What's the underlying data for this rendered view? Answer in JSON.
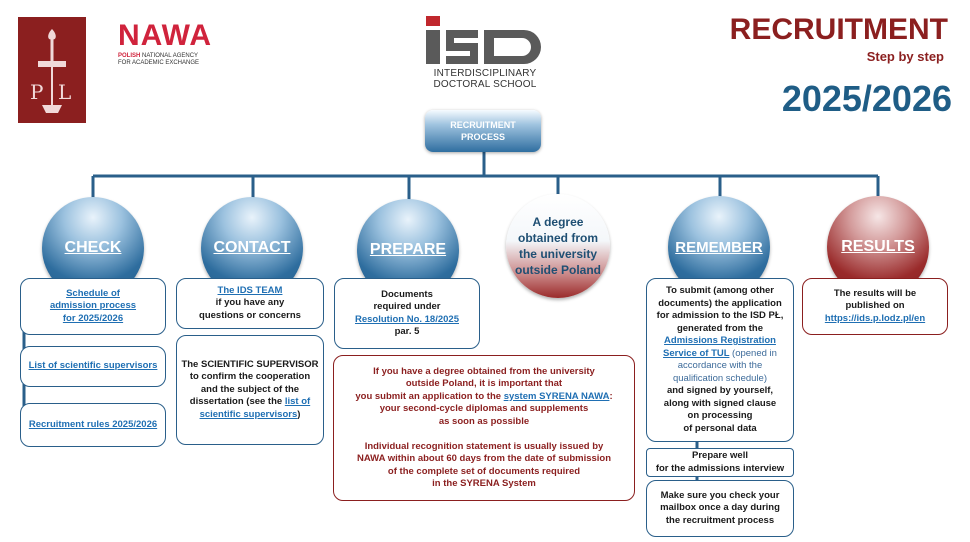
{
  "header": {
    "title": "RECRUITMENT",
    "subtitle": "Step by step",
    "year": "2025/2026",
    "nawa": {
      "word": "NAWA",
      "sub_line1_bold": "POLISH",
      "sub_line1_rest": "NATIONAL AGENCY",
      "sub_line2": "FOR ACADEMIC EXCHANGE"
    },
    "isd": {
      "line1": "INTERDISCIPLINARY",
      "line2": "DOCTORAL SCHOOL"
    }
  },
  "process": {
    "line1": "RECRUITMENT",
    "line2": "PROCESS"
  },
  "colors": {
    "blue": "#2e6d9e",
    "dark_red": "#8b1f1f",
    "link": "#1f6fb3",
    "nawa_red": "#d0233c"
  },
  "steps": {
    "check": {
      "label": "CHECK",
      "items": [
        {
          "line1": "Schedule of",
          "line2": "admission process",
          "line3": "for 2025/2026"
        },
        {
          "text": "List of scientific supervisors"
        },
        {
          "text": "Recruitment rules 2025/2026"
        }
      ]
    },
    "contact": {
      "label": "CONTACT",
      "box1": {
        "link": "The IDS TEAM",
        "line2": "if you have any",
        "line3": "questions or concerns"
      },
      "box2": {
        "line1": "The SCIENTIFIC SUPERVISOR",
        "line2": "to confirm the cooperation",
        "line3": "and the subject of the",
        "line4a": "dissertation (see the",
        "link_a": "list of",
        "link_b": "scientific supervisors",
        "close": ")"
      }
    },
    "prepare": {
      "label": "PREPARE",
      "box": {
        "line1": "Documents",
        "line2": "required under",
        "link": "Resolution No. 18/2025",
        "line4": "par. 5"
      }
    },
    "degree": {
      "label": "A degree obtained from the university outside Poland",
      "box": {
        "p1_line1": "If you have a degree obtained from the university",
        "p1_line2": "outside Poland, it is important that",
        "p1_line3a": "you submit an application to the",
        "p1_link": "system SYRENA NAWA",
        "p1_line3b": ":",
        "p1_line4": "your second-cycle diplomas and supplements",
        "p1_line5": "as soon as possible",
        "p2_line1": "Individual recognition statement is usually issued by",
        "p2_line2": "NAWA within about 60 days from the date of submission",
        "p2_line3": "of the complete set of documents required",
        "p2_line4": "in the SYRENA System"
      }
    },
    "remember": {
      "label": "REMEMBER",
      "box1": {
        "line1": "To submit (among other",
        "line2": "documents) the application",
        "line3": "for admission to the ISD PŁ,",
        "line4": "generated from the",
        "link1": "Admissions Registration",
        "link2": "Service of TUL",
        "note1": "(opened in",
        "note2": "accordance with the",
        "note3": "qualification schedule)",
        "line5": "and signed by yourself,",
        "line6": "along with signed clause",
        "line7": "on processing",
        "line8": "of personal data"
      },
      "box2": {
        "line1": "Prepare well",
        "line2": "for the admissions interview"
      },
      "box3": {
        "line1": "Make sure you check your",
        "line2": "mailbox once a day during",
        "line3": "the recruitment process"
      }
    },
    "results": {
      "label": "RESULTS",
      "box": {
        "line1": "The results will be",
        "line2": "published on",
        "link": "https://ids.p.lodz.pl/en"
      }
    }
  }
}
